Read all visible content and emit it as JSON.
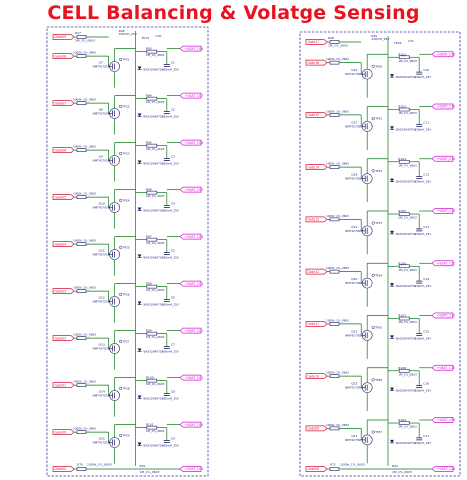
{
  "title": "CELL Balancing & Volatge Sensing",
  "colors": {
    "title": "#e8131f",
    "frame": "#3a3aa8",
    "wire": "#0a7a1a",
    "component": "#1a1a60",
    "tag_fill": "#ffffff",
    "tag_in": "#d8143c",
    "tag_out": "#d41ad4",
    "text": "#1a1a7a"
  },
  "left": {
    "top_labels": [
      "R27",
      "1M_1%_0603",
      "R48",
      "330mH_25V",
      "TP15",
      "C30"
    ],
    "bottom_labels": [
      "R70",
      "1000k_1%_0603",
      "R91",
      "1M_1%_0603"
    ],
    "cells": [
      {
        "gate": "Gate08",
        "out": "+VBAT_C08",
        "q": "Q7",
        "r": "R93",
        "c": "C1",
        "tp": "TP21"
      },
      {
        "gate": "Gate07",
        "out": "+VBAT_C07",
        "q": "Q8",
        "r": "R94",
        "c": "C2",
        "tp": "TP22"
      },
      {
        "gate": "Gate06",
        "out": "+VBAT_C06",
        "q": "Q9",
        "r": "R95",
        "c": "C3",
        "tp": "TP23"
      },
      {
        "gate": "Gate05",
        "out": "+VBAT_C05",
        "q": "Q10",
        "r": "R96",
        "c": "C4",
        "tp": "TP24"
      },
      {
        "gate": "Gate04",
        "out": "+VBAT_C04",
        "q": "Q11",
        "r": "R97",
        "c": "C5",
        "tp": "TP25"
      },
      {
        "gate": "Gate03",
        "out": "+VBAT_C03",
        "q": "Q12",
        "r": "R98",
        "c": "C6",
        "tp": "TP26"
      },
      {
        "gate": "Gate02",
        "out": "+VBAT_C02",
        "q": "Q13",
        "r": "R99",
        "c": "C7",
        "tp": "TP27"
      },
      {
        "gate": "Gate01",
        "out": "+VBAT_C01",
        "q": "Q14",
        "r": "R100",
        "c": "C8",
        "tp": "TP28"
      },
      {
        "gate": "Gate00",
        "out": "+VBAT_C00",
        "q": "Q15",
        "r": "R101",
        "c": "C9",
        "tp": "TP29"
      }
    ]
  },
  "right": {
    "top_labels": [
      "R28",
      "1M_1%_0603",
      "R49",
      "330mH_25V",
      "TP16",
      "C31"
    ],
    "bottom_labels": [
      "R71",
      "1000k_1%_0603",
      "R92",
      "1M_1%_0603"
    ],
    "cells": [
      {
        "gate": "Gate16",
        "out": "+VBAT_C16",
        "q": "Q16",
        "r": "R102",
        "c": "C10",
        "tp": "TP30"
      },
      {
        "gate": "Gate15",
        "out": "+VBAT_C15",
        "q": "Q17",
        "r": "R103",
        "c": "C11",
        "tp": "TP31"
      },
      {
        "gate": "Gate14",
        "out": "+VBAT_C14",
        "q": "Q18",
        "r": "R104",
        "c": "C12",
        "tp": "TP32"
      },
      {
        "gate": "Gate13",
        "out": "+VBAT_C13",
        "q": "Q19",
        "r": "R105",
        "c": "C13",
        "tp": "TP33"
      },
      {
        "gate": "Gate12",
        "out": "+VBAT_C12",
        "q": "Q20",
        "r": "R106",
        "c": "C14",
        "tp": "TP34"
      },
      {
        "gate": "Gate11",
        "out": "+VBAT_C11",
        "q": "Q21",
        "r": "R107",
        "c": "C15",
        "tp": "TP35"
      },
      {
        "gate": "Gate10",
        "out": "+VBAT_C10",
        "q": "Q22",
        "r": "R108",
        "c": "C16",
        "tp": "TP36"
      },
      {
        "gate": "Gate09",
        "out": "+VBAT_C09",
        "q": "Q23",
        "r": "R109",
        "c": "C17",
        "tp": "TP37"
      }
    ]
  },
  "parts": {
    "mosfet": "NMT4270SE",
    "res_gate": "1000k_1%_0603",
    "res_bal": "1M_1%_0603",
    "cap": "330mH_25V",
    "diode": "BAS3264075A"
  }
}
